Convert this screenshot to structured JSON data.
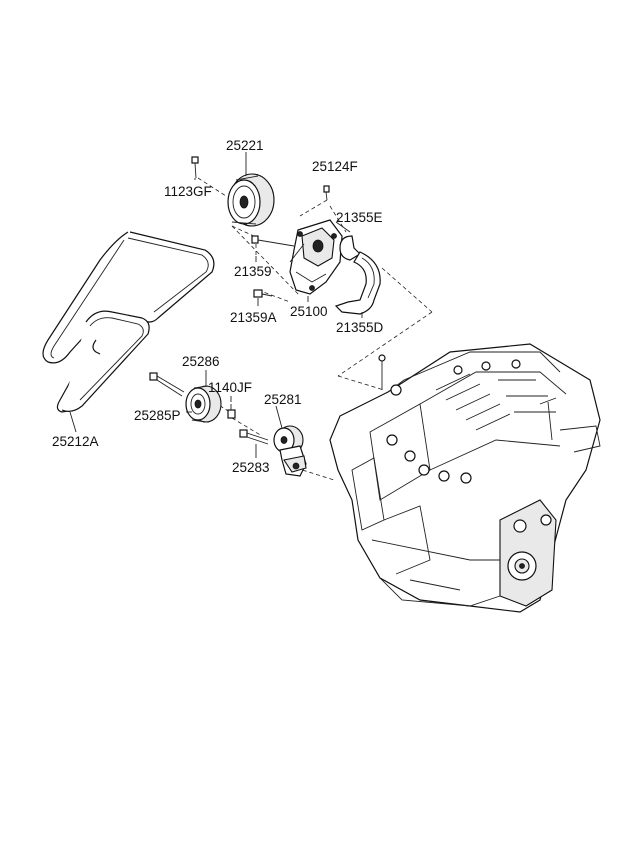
{
  "labels": {
    "p25221": "25221",
    "p1123GF": "1123GF",
    "p25124F": "25124F",
    "p21355E": "21355E",
    "p21359": "21359",
    "p25100": "25100",
    "p21359A": "21359A",
    "p21355D": "21355D",
    "p25286": "25286",
    "p1140JF": "1140JF",
    "p25285P": "25285P",
    "p25281": "25281",
    "p25283": "25283",
    "p25212A": "25212A"
  }
}
